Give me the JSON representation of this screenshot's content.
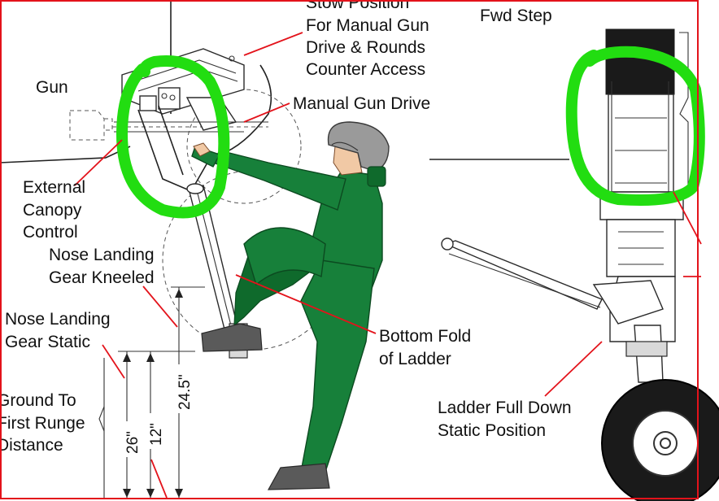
{
  "labels": {
    "stow_line1": "Stow Position",
    "stow_line2": "For Manual Gun",
    "stow_line3": "Drive & Rounds",
    "stow_line4": "Counter Access",
    "fwd_step": "Fwd Step",
    "gun": "Gun",
    "manual_gun_drive": "Manual Gun Drive",
    "ext_canopy_line1": "External",
    "ext_canopy_line2": "Canopy",
    "ext_canopy_line3": "Control",
    "nlg_kneeled_line1": "Nose Landing",
    "nlg_kneeled_line2": "Gear Kneeled",
    "nlg_static_line1": "Nose Landing",
    "nlg_static_line2": "Gear Static",
    "ground_line1": "Ground To",
    "ground_line2": "First Runge",
    "ground_line3": "Distance",
    "bottom_fold_line1": "Bottom Fold",
    "bottom_fold_line2": "of Ladder",
    "ladder_full_line1": "Ladder Full Down",
    "ladder_full_line2": "Static Position"
  },
  "dimensions": {
    "dim_26": "26\"",
    "dim_12": "12\"",
    "dim_24_5": "24.5\""
  },
  "colors": {
    "frame": "#e3131b",
    "leader": "#e3131b",
    "highlight": "#22dd11",
    "suit": "#17803a",
    "helmet": "#9a9a9a"
  }
}
